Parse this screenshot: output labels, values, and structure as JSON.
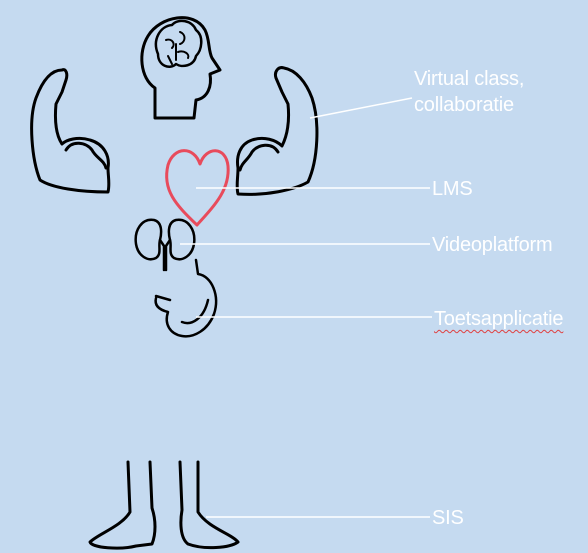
{
  "colors": {
    "background": "#c5daf0",
    "outline": "#000000",
    "heart": "#e84b5c",
    "connector": "#ffffff",
    "label_text": "#ffffff",
    "spellcheck_underline": "#e04040"
  },
  "icons": [
    "head-brain-icon",
    "left-flexed-arm-icon",
    "right-flexed-arm-icon",
    "heart-icon",
    "kidneys-icon",
    "stomach-icon",
    "legs-feet-icon"
  ],
  "labels": {
    "virtual_class_line1": "Virtual class,",
    "virtual_class_line2": "collaboratie",
    "lms": "LMS",
    "videoplatform": "Videoplatform",
    "toetsapplicatie": "Toetsapplicatie",
    "sis": "SIS"
  }
}
